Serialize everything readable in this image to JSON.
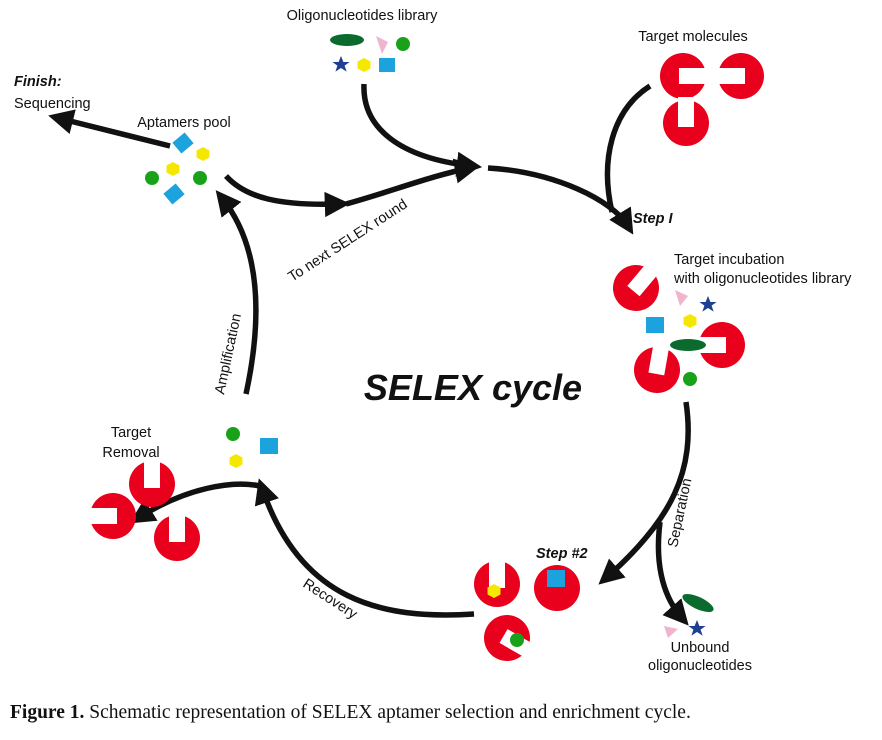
{
  "labels": {
    "library": "Oligonucleotides library",
    "targets": "Target molecules",
    "finish_title": "Finish:",
    "finish_text": "Sequencing",
    "aptamers_pool": "Aptamers pool",
    "step1": "Step I",
    "incubation_line1": "Target incubation",
    "incubation_line2": "with oligonucleotides library",
    "next_round": "To next SELEX round",
    "amplification": "Amplification",
    "cycle_title": "SELEX cycle",
    "separation": "Separation",
    "step2": "Step #2",
    "removal_line1": "Target",
    "removal_line2": "Removal",
    "recovery": "Recovery",
    "unbound_line1": "Unbound",
    "unbound_line2": "oligonucleotides"
  },
  "caption": {
    "label": "Figure 1.",
    "text": "Schematic representation of SELEX aptamer selection and enrichment cycle."
  },
  "colors": {
    "target_red": "#e8001c",
    "ellipse_green": "#0b6b2e",
    "circle_green": "#1aa11a",
    "pink_triangle": "#f0b4cf",
    "blue_star": "#1f3f94",
    "yellow_hexagon": "#f5e800",
    "cyan_square": "#1ca3dd",
    "arrow": "#111111"
  }
}
